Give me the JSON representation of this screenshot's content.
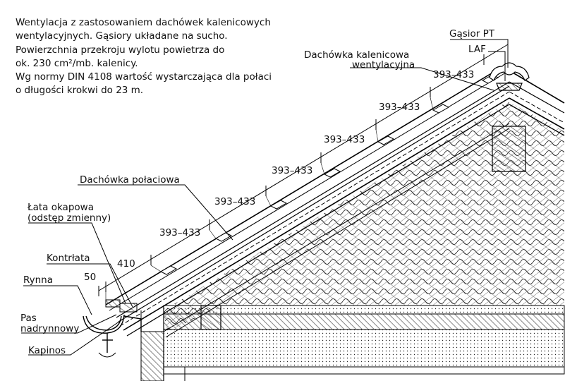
{
  "description": {
    "lines": [
      "Wentylacja z zastosowaniem dachówek kalenicowych",
      "wentylacyjnych. Gąsiory układane na sucho.",
      "Powierzchnia przekroju wylotu powietrza do",
      "ok. 230 cm²/mb. kalenicy.",
      "Wg normy DIN 4108 wartość wystarczająca dla połaci",
      "o długości krokwi do 23 m."
    ]
  },
  "labels": {
    "gasior": "Gąsior PT",
    "laf": "LAF",
    "kalenicowa_1": "Dachówka kalenicowa",
    "kalenicowa_2": "wentylacyjna",
    "polaciowa": "Dachówka połaciowa",
    "lata_1": "Łata okapowa",
    "lata_2": "(odstęp zmienny)",
    "kontrlata": "Kontrłata",
    "rynna": "Rynna",
    "pas_1": "Pas",
    "pas_2": "nadrynnowy",
    "kapinos": "Kapinos"
  },
  "dimensions": {
    "batten_spacing": [
      "393–433",
      "393–433",
      "393–433",
      "393–433",
      "393–433",
      "393–433"
    ],
    "first": "410",
    "eave": "50"
  }
}
